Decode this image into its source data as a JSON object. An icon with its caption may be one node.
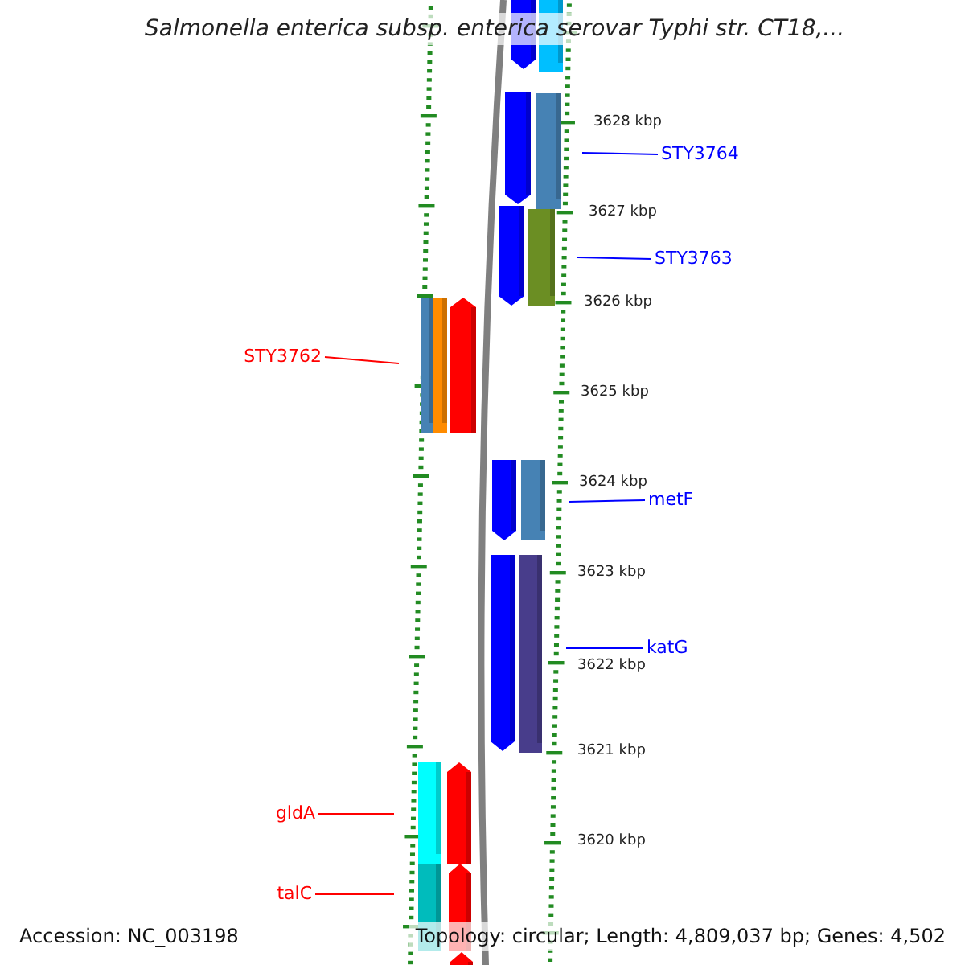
{
  "diagram": {
    "title": "Salmonella enterica subsp. enterica serovar Typhi str. CT18,...",
    "nodes": [
      {
        "text": [
          "STY3764"
        ]
      },
      {
        "text": [
          "STY3763"
        ]
      },
      {
        "text": [
          "STY3762"
        ]
      },
      {
        "text": [
          "metF"
        ]
      },
      {
        "text": [
          "katG"
        ]
      },
      {
        "text": [
          "gldA"
        ]
      },
      {
        "text": [
          "talC"
        ]
      }
    ],
    "edges": [
      {
        "from": 0,
        "to": null,
        "arrow": "none"
      },
      {
        "from": 1,
        "to": null,
        "arrow": "none"
      },
      {
        "from": 2,
        "to": null,
        "arrow": "none",
        "color": "#ff0000"
      },
      {
        "from": 3,
        "to": null,
        "arrow": "none"
      },
      {
        "from": 4,
        "to": null,
        "arrow": "none"
      },
      {
        "from": 5,
        "to": null,
        "arrow": "none",
        "color": "#ff0000"
      },
      {
        "from": 6,
        "to": null,
        "arrow": "none",
        "color": "#ff0000"
      }
    ],
    "labels": [
      "3628 kbp",
      "3627 kbp",
      "3626 kbp",
      "3625 kbp",
      "3624 kbp",
      "3623 kbp",
      "3622 kbp",
      "3621 kbp",
      "3620 kbp",
      "Accession: NC_003198",
      "Topology: circular; Length: 4,809,037 bp; Genes: 4,502"
    ]
  }
}
